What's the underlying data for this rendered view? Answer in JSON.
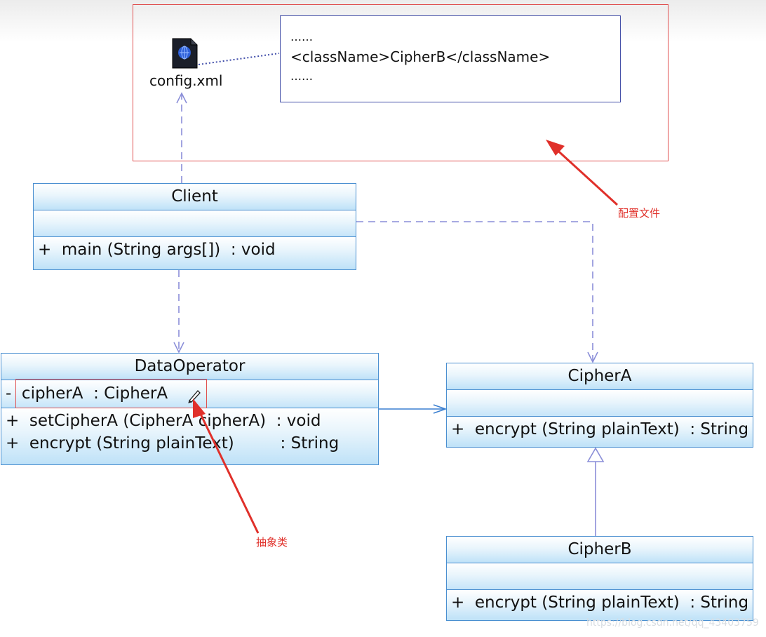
{
  "config_file": {
    "label": "config.xml",
    "note_lines": [
      "……",
      "<className>CipherB</className>",
      "……"
    ]
  },
  "classes": {
    "client": {
      "name": "Client",
      "ops": [
        "+  main (String args[])  : void"
      ]
    },
    "data_operator": {
      "name": "DataOperator",
      "attrs": [
        "-  cipherA  : CipherA"
      ],
      "ops": [
        "+  setCipherA (CipherA cipherA)  : void",
        "+  encrypt (String plainText)         : String"
      ]
    },
    "cipher_a": {
      "name": "CipherA",
      "ops": [
        "+  encrypt (String plainText)  : String"
      ]
    },
    "cipher_b": {
      "name": "CipherB",
      "ops": [
        "+  encrypt (String plainText)  : String"
      ]
    }
  },
  "annotations": {
    "config_label": "配置文件",
    "abstract_label": "抽象类"
  },
  "watermark": "https://blog.csdn.net/qq_43403759",
  "colors": {
    "class_border": "#4a8fd0",
    "dependency_line": "#8a8ed8",
    "association_line": "#3a7fd0",
    "annotation_red": "#e0302a",
    "note_border": "#4450a8"
  }
}
